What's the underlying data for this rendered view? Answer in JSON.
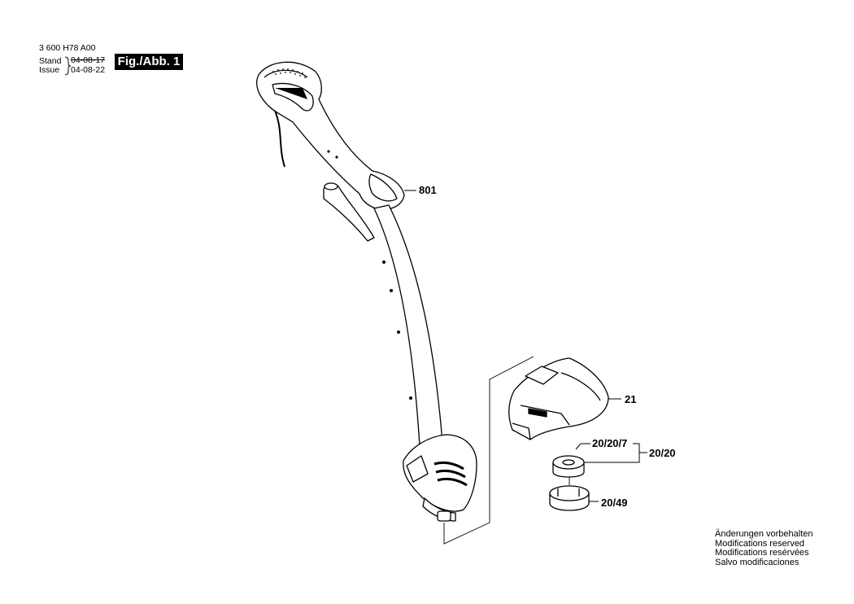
{
  "header": {
    "doc_number": "3 600 H78 A00",
    "stand_label": "Stand",
    "stand_date": "04-08-17",
    "issue_label": "Issue",
    "issue_date": "04-08-22",
    "figure_label": "Fig./Abb. 1"
  },
  "callouts": {
    "handle": "801",
    "guard": "21",
    "spool_assy": "20/20/7",
    "spool_group": "20/20",
    "spool_cap": "20/49"
  },
  "footnote": [
    "Änderungen vorbehalten",
    "Modifications reserved",
    "Modifications resérvées",
    "Salvo modificaciones"
  ]
}
